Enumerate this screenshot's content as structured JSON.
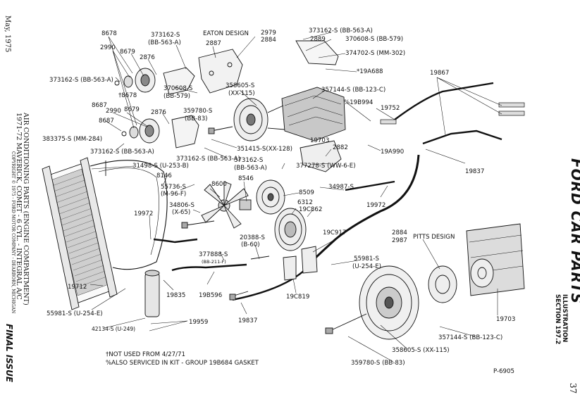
{
  "header": {
    "date": "May, 1975",
    "left_title": "AIR CONDITIONING PARTS (ENGINE COMPARTMENT)",
    "left_subtitle": "1971-72 MAVERICK, COMET - 6 CYL. - INTEGRAL A/C",
    "copyright": "COPYRIGHT © 1975 - FORD MOTOR COMPANY - DEARBORN, MICHIGAN",
    "final_issue": "FINAL ISSUE",
    "right_title": "FORD CAR PARTS",
    "illustration_line1": "ILLUSTRATION",
    "illustration_line2": "SECTION 197.2",
    "page_number": "37",
    "figure_number": "P-6905"
  },
  "notes": {
    "note1": "†NOT USED FROM 4/27/71",
    "note2": "%ALSO SERVICED IN KIT - GROUP 19B684 GASKET"
  },
  "labels": {
    "l8678a": "8678",
    "l2990a": "2990",
    "l8679a": "8679",
    "l2876a": "2876",
    "l373162_1": "373162-S",
    "lbb563_1": "(BB-563-A)",
    "l_eaton": "EATON DESIGN",
    "l2887": "2887",
    "l2979": "2979",
    "l2884a": "2884",
    "l373162_top": "373162-S (BB-563-A)",
    "l2889": "2889",
    "l370608_top": "370608-S (BB-579)",
    "l374702": "374702-S (MM-302)",
    "l19a688": "*19A688",
    "l19867": "19867",
    "l373162_left": "373162-S (BB-563-A)",
    "l8678b": "†8678",
    "l370608_mid": "370608-S",
    "lbb579_mid": "(BB-579)",
    "l358605_mid": "358605-S",
    "lxx115_mid": "(XX-115)",
    "l357144_mid": "357144-S (BB-123-C)",
    "l19b994": "%19B994",
    "l19752": "19752",
    "l2990b": "2990",
    "l8679b": "8679",
    "l2876b": "2876",
    "l8687a": "8687",
    "l8687b": "8687",
    "l359780_mid": "359780-S",
    "lbb83_mid": "(BB-83)",
    "l19703_mid": "19703",
    "l383375": "383375-S (MM-284)",
    "l351415": "351415-S(XX-128)",
    "l2882": "2882",
    "l19a990": "19A990",
    "l373162_lower": "373162-S (BB-563-A)",
    "l373162_c1": "373162-S (BB-563-A)",
    "l373162_c2": "373162-S",
    "lbb563_c2": "(BB-563-A)",
    "l377278": "377278-S (WW-6-E)",
    "l19837_right": "19837",
    "l31498": "31498-S (U-253-B)",
    "l8146": "8146",
    "l55736": "55736-S",
    "lm96f": "(M-96-F)",
    "l8600": "8600",
    "l8546": "8546",
    "l8509": "8509",
    "l34987": "34987-S",
    "l34806": "34806-S",
    "lx65": "(X-65)",
    "l6312": "6312",
    "l19c862": "19C862",
    "l19972_right": "19972",
    "l19972_left": "19972",
    "l20388": "20388-S",
    "lb60": "(B-60)",
    "l19c917": "19C917",
    "l2884b": "2884",
    "l2987": "2987",
    "l_pitts": "PITTS DESIGN",
    "l377888": "377888-S",
    "lbb211f": "(BB-211-F)",
    "l55981_mid": "55981-S",
    "lu254e_mid": "(U-254-E)",
    "l19835": "19835",
    "l19b596": "19B596",
    "l19c819": "19C819",
    "l19712": "19712",
    "l55981_left": "55981-S (U-254-E)",
    "l19837_bot": "19837",
    "l19959": "19959",
    "l42134": "42134-S (U-249)",
    "l19703_right": "19703",
    "l357144_bot": "357144-S (BB-123-C)",
    "l358605_bot": "358605-S (XX-115)",
    "l359780_bot": "359780-S (BB-83)"
  }
}
